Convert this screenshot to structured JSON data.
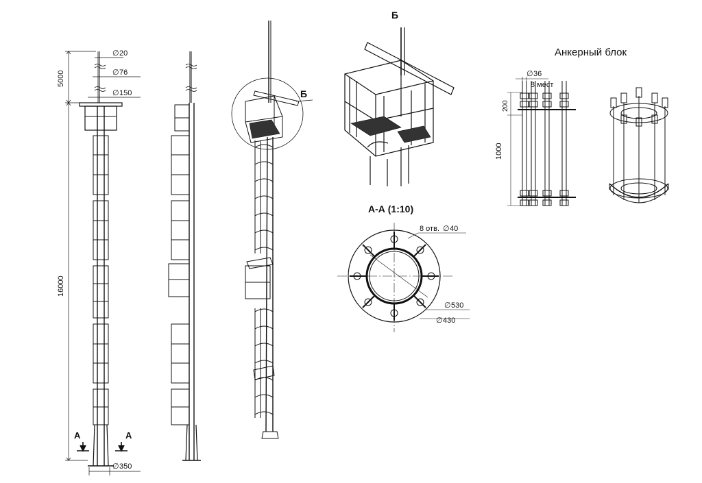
{
  "labels": {
    "section_b": "Б",
    "section_b_callout": "Б",
    "section_aa_title": "А-А  (1:10)",
    "anchor_block_title": "Анкерный блок",
    "cut_marker_left": "А",
    "cut_marker_right": "А"
  },
  "dimensions": {
    "top_rod_diameter": "20",
    "mast_upper_diameter": "76",
    "mast_mid_diameter": "150",
    "base_diameter": "350",
    "top_height": "5000",
    "main_height": "16000",
    "bolt_holes": "8 отв.",
    "bolt_hole_diameter": "40",
    "flange_outer_diameter": "530",
    "flange_pcd_diameter": "430",
    "anchor_bolt_diameter": "36",
    "anchor_count": "8 мест",
    "anchor_thread_length": "200",
    "anchor_length": "1000"
  },
  "symbols": {
    "diameter": "∅"
  },
  "colors": {
    "line": "#111111",
    "background": "#ffffff"
  }
}
